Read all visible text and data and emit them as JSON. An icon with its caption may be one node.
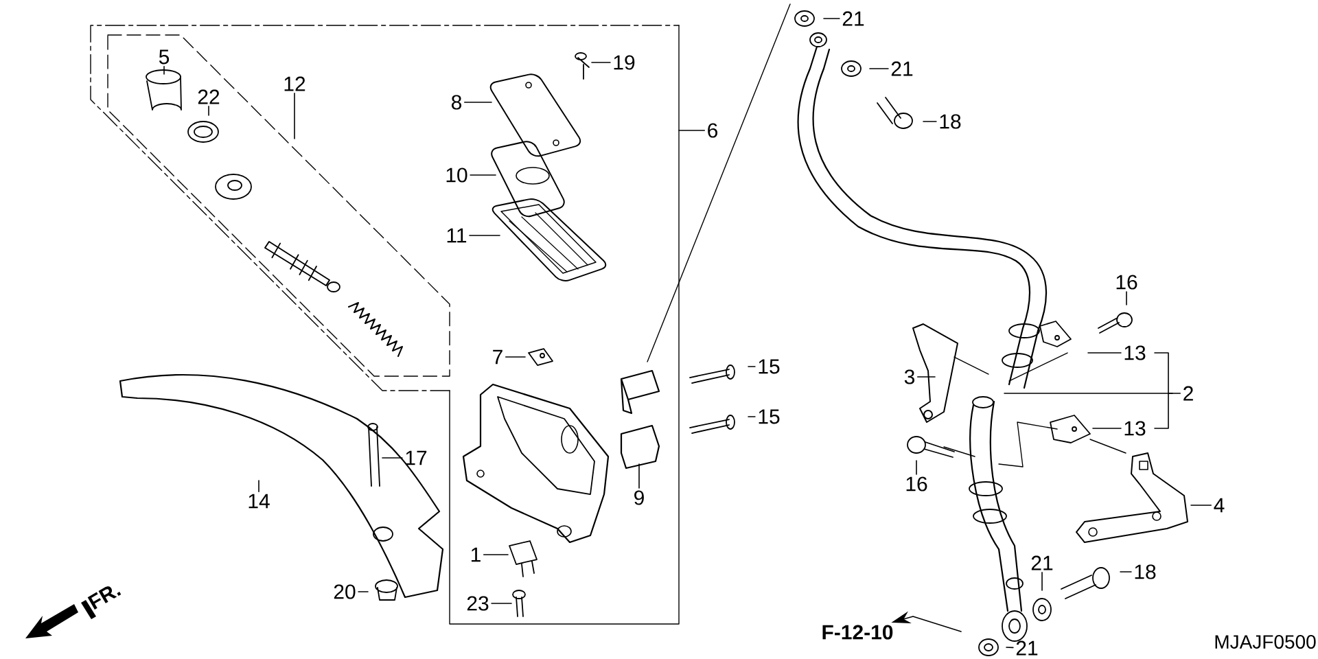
{
  "diagram": {
    "nodes": [
      {
        "text": [
          "5"
        ]
      },
      {
        "text": [
          "22"
        ]
      },
      {
        "text": [
          "12"
        ]
      },
      {
        "text": [
          "19"
        ]
      },
      {
        "text": [
          "8"
        ]
      },
      {
        "text": [
          "6"
        ]
      },
      {
        "text": [
          "10"
        ]
      },
      {
        "text": [
          "11"
        ]
      },
      {
        "text": [
          "7"
        ]
      },
      {
        "text": [
          "15"
        ]
      },
      {
        "text": [
          "15"
        ]
      },
      {
        "text": [
          "17"
        ]
      },
      {
        "text": [
          "9"
        ]
      },
      {
        "text": [
          "14"
        ]
      },
      {
        "text": [
          "1"
        ]
      },
      {
        "text": [
          "20"
        ]
      },
      {
        "text": [
          "23"
        ]
      },
      {
        "text": [
          "21"
        ]
      },
      {
        "text": [
          "21"
        ]
      },
      {
        "text": [
          "18"
        ]
      },
      {
        "text": [
          "16"
        ]
      },
      {
        "text": [
          "13"
        ]
      },
      {
        "text": [
          "2"
        ]
      },
      {
        "text": [
          "3"
        ]
      },
      {
        "text": [
          "13"
        ]
      },
      {
        "text": [
          "16"
        ]
      },
      {
        "text": [
          "4"
        ]
      },
      {
        "text": [
          "21"
        ]
      },
      {
        "text": [
          "18"
        ]
      },
      {
        "text": [
          "21"
        ]
      },
      {
        "text": [
          "F-12-10"
        ]
      }
    ],
    "edges": [
      {
        "from": 0,
        "to": null,
        "arrow": "none"
      },
      {
        "from": 1,
        "to": null,
        "arrow": "none"
      },
      {
        "from": 2,
        "to": null,
        "arrow": "none"
      },
      {
        "from": 3,
        "to": null,
        "arrow": "none"
      },
      {
        "from": 4,
        "to": null,
        "arrow": "none"
      },
      {
        "from": 5,
        "to": null,
        "arrow": "none"
      },
      {
        "from": 6,
        "to": null,
        "arrow": "none"
      },
      {
        "from": 7,
        "to": null,
        "arrow": "none"
      },
      {
        "from": 8,
        "to": null,
        "arrow": "none"
      },
      {
        "from": 9,
        "to": null,
        "arrow": "none"
      },
      {
        "from": 10,
        "to": null,
        "arrow": "none"
      },
      {
        "from": 11,
        "to": null,
        "arrow": "none"
      },
      {
        "from": 12,
        "to": null,
        "arrow": "none"
      },
      {
        "from": 13,
        "to": null,
        "arrow": "none"
      },
      {
        "from": 14,
        "to": null,
        "arrow": "none"
      },
      {
        "from": 15,
        "to": null,
        "arrow": "none"
      },
      {
        "from": 16,
        "to": null,
        "arrow": "none"
      },
      {
        "from": 17,
        "to": null,
        "arrow": "none"
      },
      {
        "from": 18,
        "to": null,
        "arrow": "none"
      },
      {
        "from": 19,
        "to": null,
        "arrow": "none"
      },
      {
        "from": 20,
        "to": null,
        "arrow": "none"
      },
      {
        "from": 21,
        "to": null,
        "arrow": "none"
      },
      {
        "from": 22,
        "to": null,
        "arrow": "none"
      },
      {
        "from": 23,
        "to": null,
        "arrow": "none"
      },
      {
        "from": 24,
        "to": null,
        "arrow": "none"
      },
      {
        "from": 25,
        "to": null,
        "arrow": "none"
      },
      {
        "from": 26,
        "to": null,
        "arrow": "none"
      },
      {
        "from": 27,
        "to": null,
        "arrow": "none"
      },
      {
        "from": 28,
        "to": null,
        "arrow": "none"
      },
      {
        "from": 29,
        "to": null,
        "arrow": "none"
      },
      {
        "from": null,
        "to": 30,
        "arrow": "to"
      }
    ],
    "labels": [
      "FR.",
      "MJAJF0500"
    ]
  }
}
